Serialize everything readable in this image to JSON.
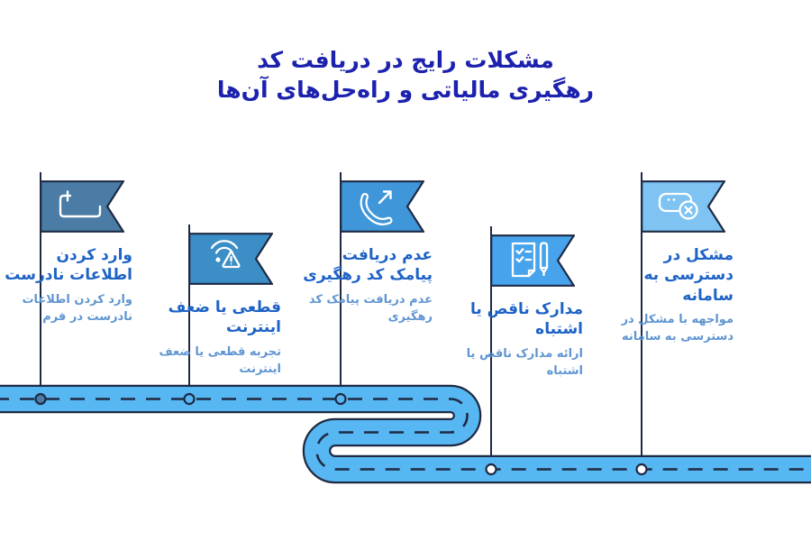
{
  "header": {
    "title_line1": "مشکلات رایج در دریافت کد",
    "title_line2": "رهگیری مالیاتی و راه‌حل‌های آن‌ها",
    "title_color": "#1C22AD"
  },
  "road": {
    "fill_color": "#57B7F2",
    "outline_color": "#1E2A44",
    "dash_color": "#1E2A44"
  },
  "text_colors": {
    "milestone_title": "#1E63C6",
    "milestone_subtitle": "#5F95D2"
  },
  "milestones": [
    {
      "icon": "input-field-icon",
      "title": "وارد کردن اطلاعات نادرست",
      "subtitle": "وارد کردن اطلاعات نادرست در فرم",
      "flag_color": "#4A7CA5",
      "marker_fill": "#4A7CA5"
    },
    {
      "icon": "internet-outage-icon",
      "title": "قطعی یا ضعف اینترنت",
      "subtitle": "تجربه قطعی یا ضعف اینترنت",
      "flag_color": "#3B8EC6",
      "marker_fill": "#57B7F2"
    },
    {
      "icon": "missed-sms-call-icon",
      "title": "عدم دریافت پیامک کد رهگیری",
      "subtitle": "عدم دریافت پیامک کد رهگیری",
      "flag_color": "#3F96D9",
      "marker_fill": "#57B7F2"
    },
    {
      "icon": "incomplete-documents-icon",
      "title": "مدارک ناقص یا اشتباه",
      "subtitle": "ارائه مدارک ناقص یا اشتباه",
      "flag_color": "#47A4EC",
      "marker_fill": "#FFFFFF"
    },
    {
      "icon": "system-access-error-icon",
      "title": "مشکل در دسترسی به سامانه",
      "subtitle": "مواجهه با مشکل در دسترسی به سامانه",
      "flag_color": "#7EC3F2",
      "marker_fill": "#FFFFFF"
    }
  ]
}
